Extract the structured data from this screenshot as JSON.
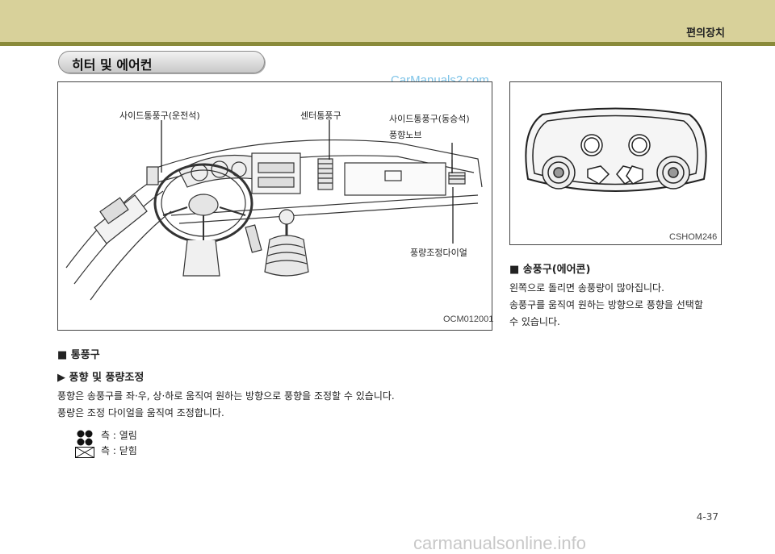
{
  "header": {
    "section": "편의장치"
  },
  "title": "히터 및 에어컨",
  "watermark_top": "CarManuals2.com",
  "figure_left": {
    "code": "OCM012001",
    "labels": {
      "side_driver": "사이드통풍구(운전석)",
      "center": "센터통풍구",
      "side_passenger": "사이드통풍구(동승석)",
      "knob": "풍향노브",
      "dial": "풍량조정다이얼"
    }
  },
  "figure_right": {
    "code": "CSHOM246"
  },
  "vent_section": {
    "heading": "■ 통풍구",
    "subheading": "▶ 풍향 및 풍량조정",
    "lines": [
      "풍향은 송풍구를 좌·우, 상·하로 움직여 원하는 방향으로 풍향을 조정할 수 있습니다.",
      "풍량은 조정 다이얼을 움직여 조정합니다."
    ],
    "legend_open": "측 : 열림",
    "legend_close": "측 : 닫힘"
  },
  "aircon_section": {
    "heading": "■ 송풍구(에어콘)",
    "lines": [
      "왼쪽으로 돌리면 송풍량이 많아집니다.",
      "송풍구를 움직여 원하는 방향으로 풍향을 선택할",
      "수 있습니다."
    ]
  },
  "page_number": "4-37",
  "watermark_bottom": "carmanualsonline.info"
}
